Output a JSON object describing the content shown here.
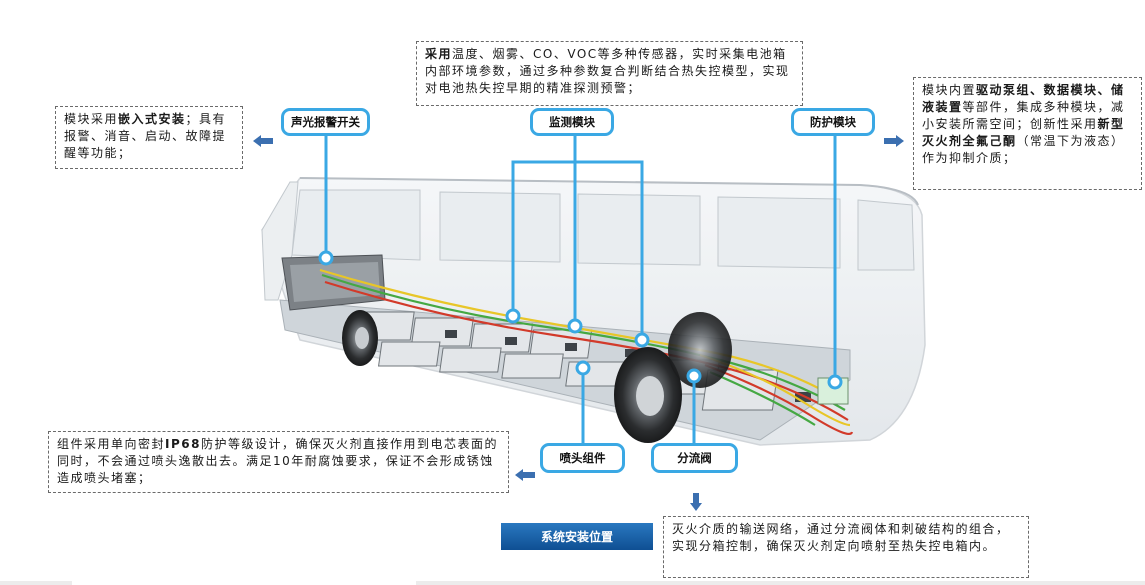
{
  "labels": {
    "alarm_switch": "声光报警开关",
    "monitor_module": "监测模块",
    "protect_module": "防护模块",
    "nozzle_assembly": "喷头组件",
    "diverter_valve": "分流阀"
  },
  "boxes": {
    "left": {
      "p1": "模块采用",
      "b1": "嵌入式安装",
      "p2": "；具有报警、消音、启动、故障提醒等功能；"
    },
    "top": {
      "b1": "采用",
      "p1": "温度、烟雾、CO、VOC等多种传感器，实时采集电池箱内部环境参数，通过多种参数复合判断结合热失控模型，实现对电池热失控早期的精准探测预警；"
    },
    "right": {
      "p1": "模块内置",
      "b1": "驱动泵组、数据模块、储液装置",
      "p2": "等部件，集成多种模块，减小安装所需空间；创新性采用",
      "b2": "新型灭火剂全氟己酮",
      "p3": "（常温下为液态）作为抑制介质；"
    },
    "bottom_left": {
      "p1": "组件采用单向密封",
      "b1": "IP68",
      "p2": "防护等级设计，确保灭火剂直接作用到电芯表面的同时，不会通过喷头逸散出去。满足10年耐腐蚀要求，保证不会形成锈蚀造成喷头堵塞；"
    },
    "bottom_right": {
      "p1": "灭火介质的输送网络，通过分流阀体和刺破结构的组合，实现分箱控制，确保灭火剂定向喷射至热失控电箱内。"
    }
  },
  "caption": "系统安装位置",
  "colors": {
    "callout_blue": "#3aa8e4",
    "arrow_blue": "#3b6fb0",
    "caption_blue": "#1a5fa8"
  }
}
